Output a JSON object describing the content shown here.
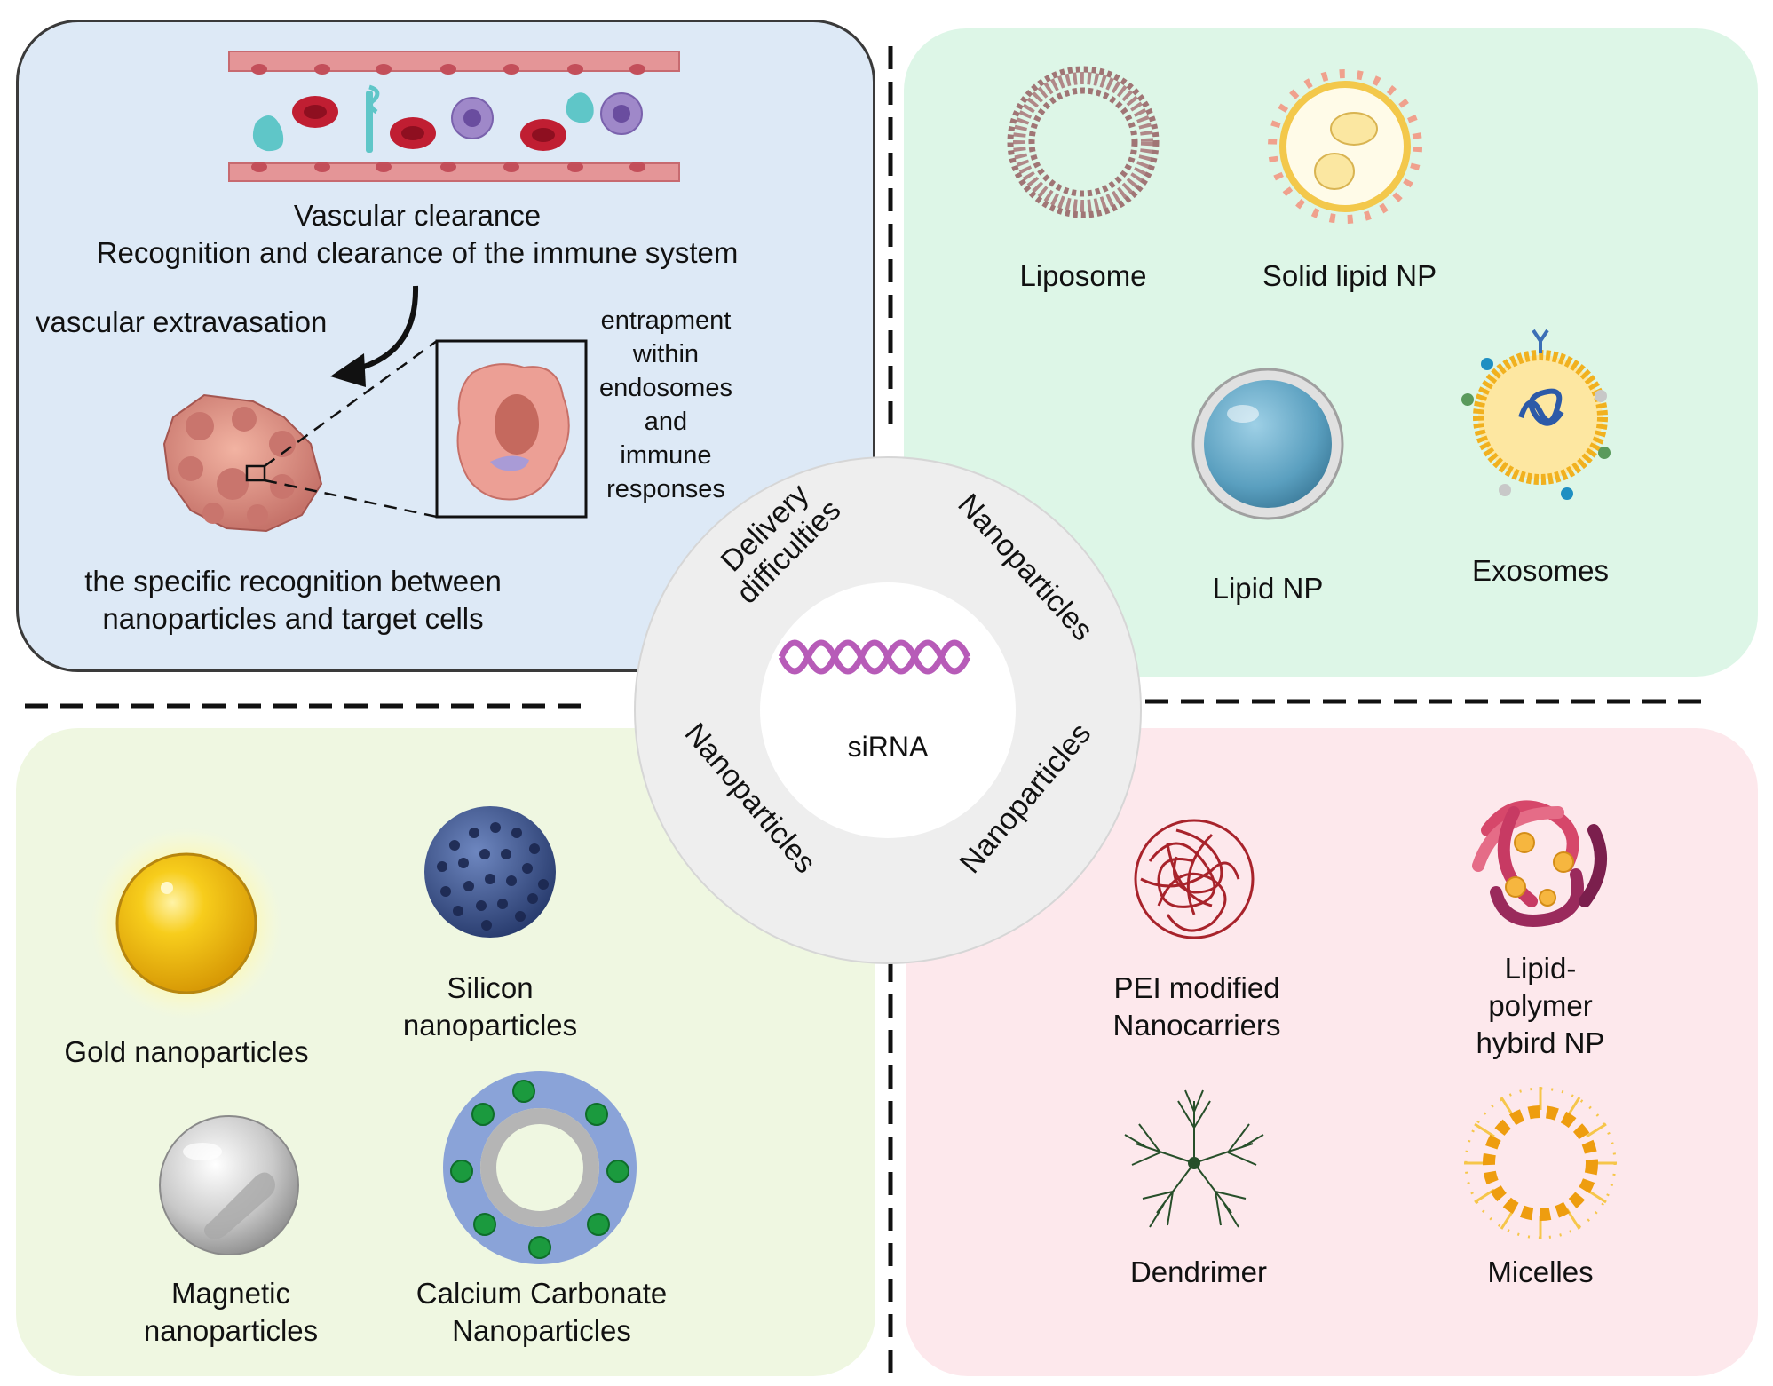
{
  "center": {
    "label": "siRNA",
    "ring_labels": [
      "Delivery difficulties",
      "Nanoparticles",
      "Nanoparticles",
      "Nanoparticles"
    ]
  },
  "delivery_panel": {
    "line1": "Vascular clearance",
    "line2": "Recognition and clearance of the immune system",
    "extravasation": "vascular extravasation",
    "endosome_lines": [
      "entrapment",
      "within",
      "endosomes",
      "and",
      "immune",
      "responses"
    ],
    "recognition_line1": "the specific recognition between",
    "recognition_line2": "nanoparticles and target cells"
  },
  "lipid_panel": {
    "items": [
      "Liposome",
      "Solid lipid NP",
      "Lipid NP",
      "Exosomes"
    ]
  },
  "inorganic_panel": {
    "gold": "Gold nanoparticles",
    "silicon": [
      "Silicon",
      "nanoparticles"
    ],
    "magnetic": [
      "Magnetic",
      "nanoparticles"
    ],
    "calcium": [
      "Calcium Carbonate",
      "Nanoparticles"
    ]
  },
  "polymer_panel": {
    "pei": [
      "PEI modified",
      "Nanocarriers"
    ],
    "hybrid": [
      "Lipid-",
      "polymer",
      "hybird NP"
    ],
    "dendrimer": "Dendrimer",
    "micelles": "Micelles"
  },
  "colors": {
    "delivery_bg": "#dde9f6",
    "lipid_bg": "#ddf6e7",
    "inorganic_bg": "#eff7e1",
    "polymer_bg": "#fde8ec",
    "ring": "#eeeeee",
    "sirna": "#b75bb8"
  }
}
